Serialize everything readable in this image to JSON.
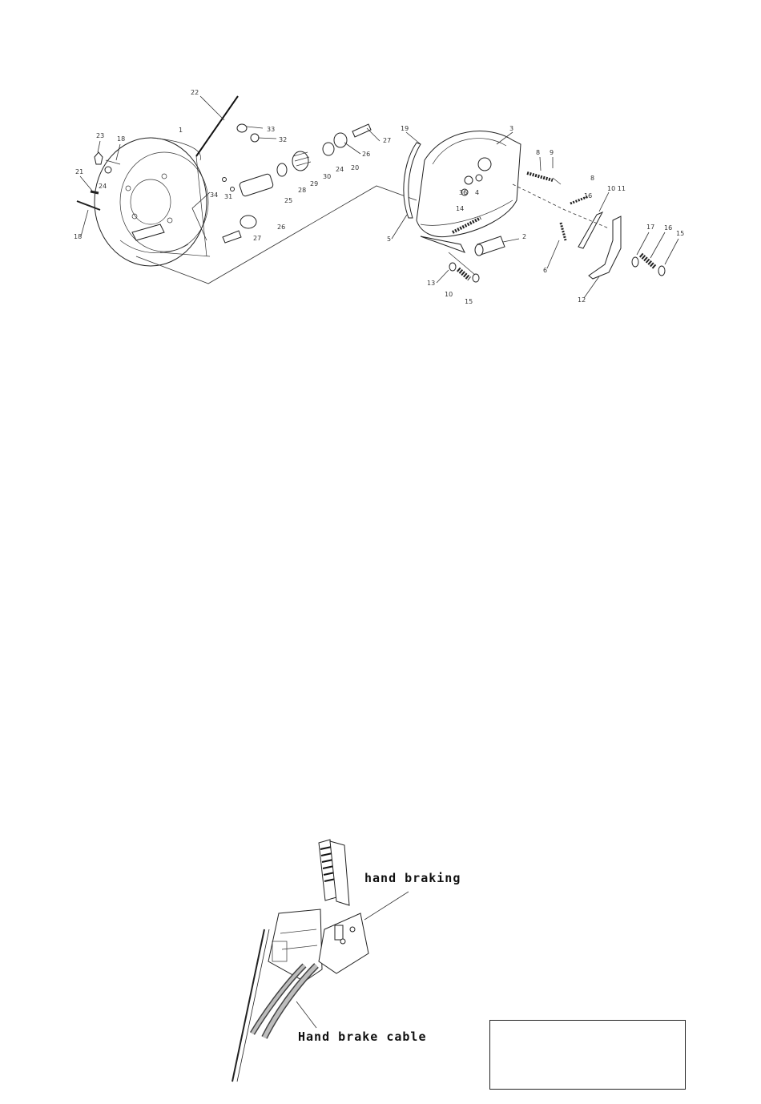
{
  "exploded_view": {
    "callouts": [
      "1",
      "2",
      "3",
      "5",
      "6",
      "8",
      "8",
      "9",
      "10",
      "10 11",
      "12",
      "13",
      "14",
      "15",
      "15",
      "16",
      "16",
      "17",
      "18",
      "18",
      "19",
      "20",
      "21",
      "22",
      "23",
      "24",
      "24",
      "25",
      "26",
      "26",
      "27",
      "27",
      "28",
      "29",
      "30",
      "31",
      "32",
      "33",
      "34",
      "36",
      "4"
    ]
  },
  "hand_brake": {
    "label_lever": "hand braking",
    "label_cable": "Hand brake cable"
  }
}
